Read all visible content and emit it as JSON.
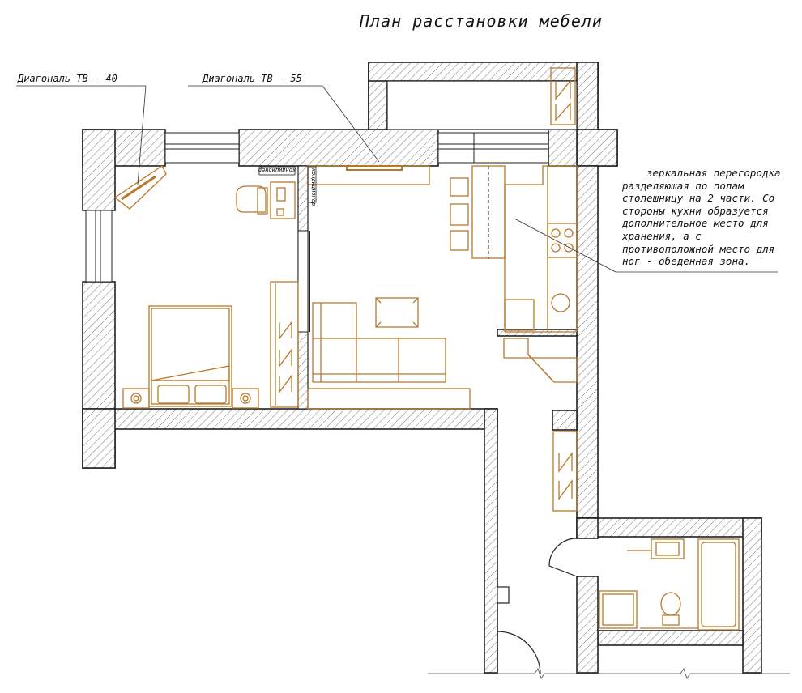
{
  "title": "План расстановки мебели",
  "callouts": {
    "tv_40": "Диагональ ТВ - 40",
    "tv_55": "Диагональ ТВ - 55",
    "partition_note": "зеркальная перегородка разделяющая по полам столешницу на 2 части. Со стороны кухни образуется дополнительное место для хранения, а с противоположной место для ног - обеденная зона.",
    "ac_left": "кондиционер",
    "ac_right": "кондиционер"
  },
  "colors": {
    "wall": "#222222",
    "hatch": "#555555",
    "furniture": "#b8782a",
    "background": "#ffffff"
  }
}
